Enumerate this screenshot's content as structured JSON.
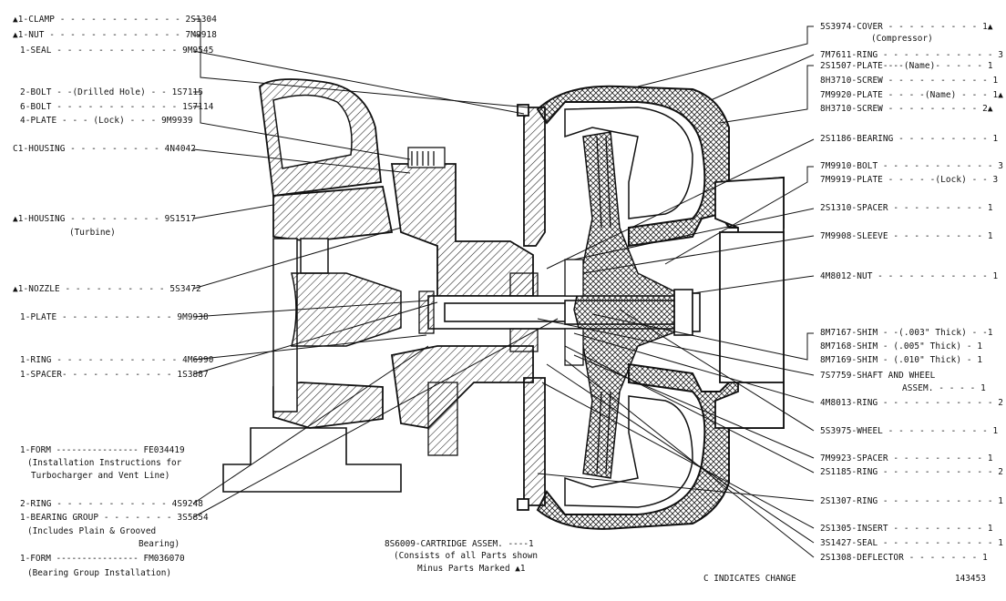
{
  "left_labels": [
    {
      "id": "clamp",
      "text": "▲1-CLAMP - - - - - - - - - - - - 2S1304"
    },
    {
      "id": "nut",
      "text": "▲1-NUT - - - - - - - - - - - - - 7M9918"
    },
    {
      "id": "seal",
      "text": "1-SEAL - - - - - - - - - - - - 9M9545"
    },
    {
      "id": "bolt-drilled",
      "text": "2-BOLT - -(Drilled Hole) - - 1S7115"
    },
    {
      "id": "bolt",
      "text": "6-BOLT - - - - - - - - - - - - 1S7114"
    },
    {
      "id": "plate-lock",
      "text": "4-PLATE - - - (Lock) - - - 9M9939"
    },
    {
      "id": "c-housing",
      "text": "C1-HOUSING - - - - - - - - - 4N4042"
    },
    {
      "id": "housing-turb",
      "text": "▲1-HOUSING - - - - - - - - - 9S1517"
    },
    {
      "id": "nozzle",
      "text": "▲1-NOZZLE - - - - - - - - - - 5S3472"
    },
    {
      "id": "plate",
      "text": "1-PLATE - - - - - - - - - - - 9M9938"
    },
    {
      "id": "ring",
      "text": "1-RING - - - - - - - - - - - - 4M6990"
    },
    {
      "id": "spacer",
      "text": "1-SPACER- - - - - - - - - - - 1S3887"
    },
    {
      "id": "ring2",
      "text": "2-RING - - - - - - - - - - - 4S9248"
    },
    {
      "id": "bearing-grp",
      "text": "1-BEARING GROUP - - - - - - - 3S5854"
    }
  ],
  "left_notes": {
    "turbine": "(Turbine)",
    "form1": "1-FORM ---------------- FE034419",
    "form1_sub1": "(Installation Instructions for",
    "form1_sub2": "Turbocharger and Vent Line)",
    "bearing_sub1": "(Includes Plain & Grooved",
    "bearing_sub2": "Bearing)",
    "form2": "1-FORM ---------------- FM036070",
    "form2_sub": "(Bearing Group Installation)"
  },
  "right_labels": [
    {
      "id": "cover",
      "text": "5S3974-COVER - - - - - - - - - 1▲"
    },
    {
      "id": "ring-3",
      "text": "7M7611-RING - - - - - - - - - - - 3"
    },
    {
      "id": "plate-name",
      "text": "2S1507-PLATE----(Name)- - - - - 1"
    },
    {
      "id": "screw1",
      "text": "8H3710-SCREW - - - - - - - - - - 1"
    },
    {
      "id": "plate-name2",
      "text": "7M9920-PLATE - - - -(Name) - - - 1▲"
    },
    {
      "id": "screw2",
      "text": "8H3710-SCREW - - - - - - - - - 2▲"
    },
    {
      "id": "bearing",
      "text": "2S1186-BEARING - - - - - - - - - 1"
    },
    {
      "id": "bolt-r",
      "text": "7M9910-BOLT - - - - - - - - - - - 3"
    },
    {
      "id": "plate-lock-r",
      "text": "7M9919-PLATE - - - - -(Lock) - - 3"
    },
    {
      "id": "spacer-r",
      "text": "2S1310-SPACER - - - - - - - - - 1"
    },
    {
      "id": "sleeve",
      "text": "7M9908-SLEEVE - - - - - - - - - 1"
    },
    {
      "id": "nut-r",
      "text": "4M8012-NUT - - - - - - - - - - - 1"
    },
    {
      "id": "shim1",
      "text": "8M7167-SHIM - -(.003\" Thick) - -1"
    },
    {
      "id": "shim2",
      "text": "8M7168-SHIM - (.005\" Thick) - 1"
    },
    {
      "id": "shim3",
      "text": "8M7169-SHIM - (.010\" Thick) - 1"
    },
    {
      "id": "shaft",
      "text": "7S7759-SHAFT AND WHEEL"
    },
    {
      "id": "shaft2",
      "text": "ASSEM. - - - - 1"
    },
    {
      "id": "ring-r",
      "text": "4M8013-RING - - - - - - - - - - - 2"
    },
    {
      "id": "wheel",
      "text": "5S3975-WHEEL - - - - - - - - - - 1"
    },
    {
      "id": "spacer-r2",
      "text": "7M9923-SPACER - - - - - - - - - 1"
    },
    {
      "id": "ring-r2",
      "text": "2S1185-RING - - - - - - - - - - - 2"
    },
    {
      "id": "ring-r3",
      "text": "2S1307-RING - - - - - - - - - - - 1"
    },
    {
      "id": "insert",
      "text": "2S1305-INSERT - - - - - - - - - 1"
    },
    {
      "id": "seal-r",
      "text": "3S1427-SEAL - - - - - - - - - - - 1"
    },
    {
      "id": "deflector",
      "text": "2S1308-DEFLECTOR - - - - - - - 1"
    }
  ],
  "right_notes": {
    "compressor": "(Compressor)"
  },
  "bottom": {
    "cartridge": "8S6009-CARTRIDGE ASSEM. ----1",
    "cartridge_sub1": "(Consists of all Parts shown",
    "cartridge_sub2": "Minus Parts Marked ▲1",
    "change_note": "C INDICATES CHANGE",
    "figure_number": "143453"
  }
}
